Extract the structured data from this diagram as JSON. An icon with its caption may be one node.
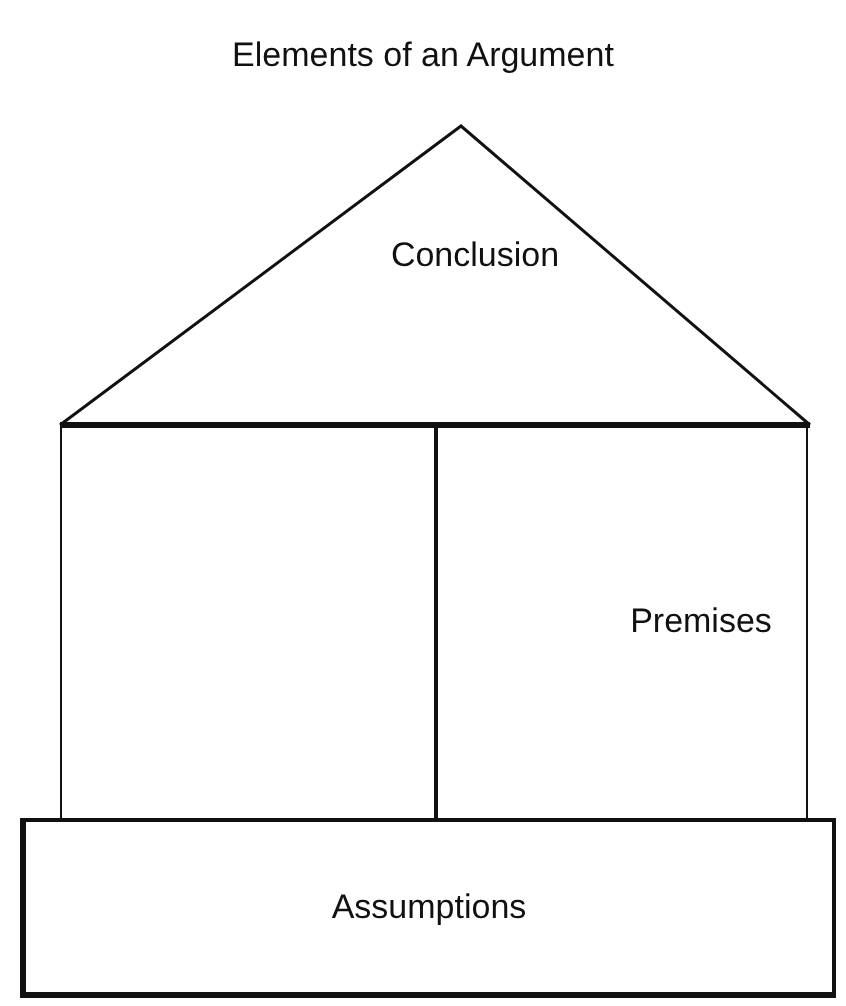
{
  "diagram": {
    "title": "Elements of an Argument",
    "nodes": [
      {
        "text": [
          "Conclusion"
        ]
      },
      {
        "text": [],
        "shape": "box"
      },
      {
        "text": [
          "Premises"
        ]
      },
      {
        "text": [
          "Assumptions"
        ]
      }
    ]
  }
}
